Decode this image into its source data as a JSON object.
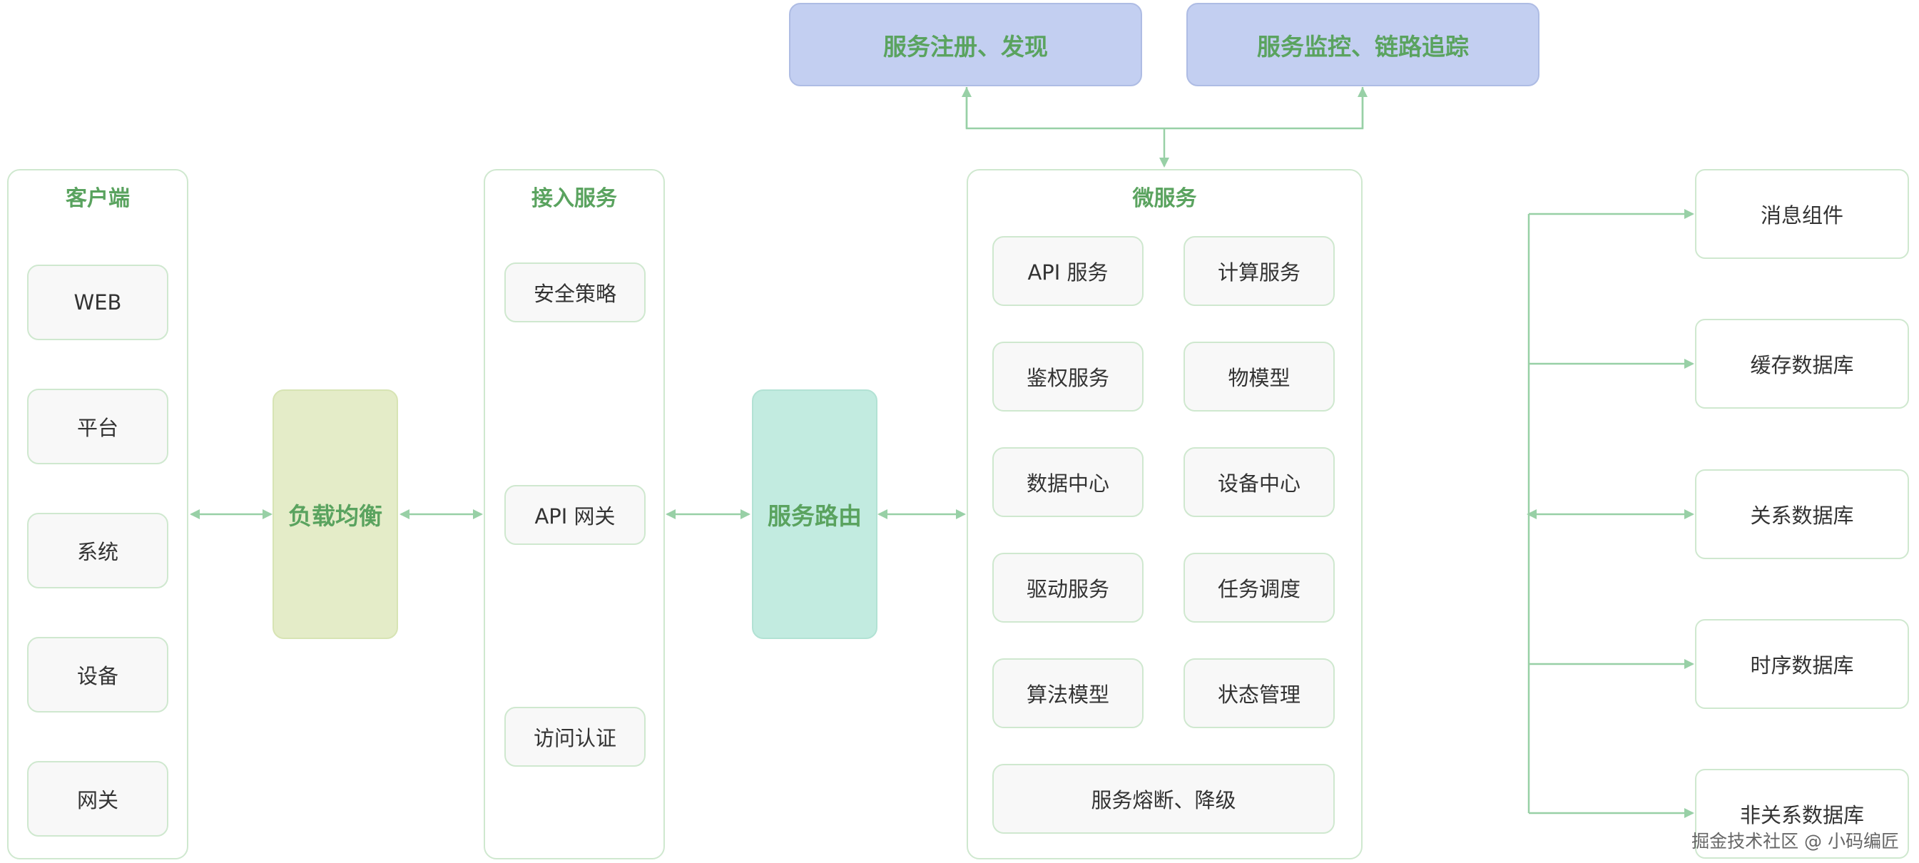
{
  "top": {
    "registry": "服务注册、发现",
    "monitor": "服务监控、链路追踪"
  },
  "client": {
    "title": "客户端",
    "items": [
      "WEB",
      "平台",
      "系统",
      "设备",
      "网关"
    ]
  },
  "load_balancer": "负载均衡",
  "access": {
    "title": "接入服务",
    "security": "安全策略",
    "gateway": "API 网关",
    "auth": "访问认证"
  },
  "router": "服务路由",
  "micro": {
    "title": "微服务",
    "items": [
      "API 服务",
      "计算服务",
      "鉴权服务",
      "物模型",
      "数据中心",
      "设备中心",
      "驱动服务",
      "任务调度",
      "算法模型",
      "状态管理"
    ],
    "circuit": "服务熔断、降级"
  },
  "storage": [
    "消息组件",
    "缓存数据库",
    "关系数据库",
    "时序数据库",
    "非关系数据库"
  ],
  "watermark": "掘金技术社区 @ 小码编匠",
  "colors": {
    "arrow": "#98d0a6",
    "title_green": "#5aa35f",
    "top_box_fill": "#c3cff1",
    "load_balancer_fill": "#e4ecc8",
    "router_fill": "#c2ebe0",
    "panel_border": "#cfe8cf"
  }
}
